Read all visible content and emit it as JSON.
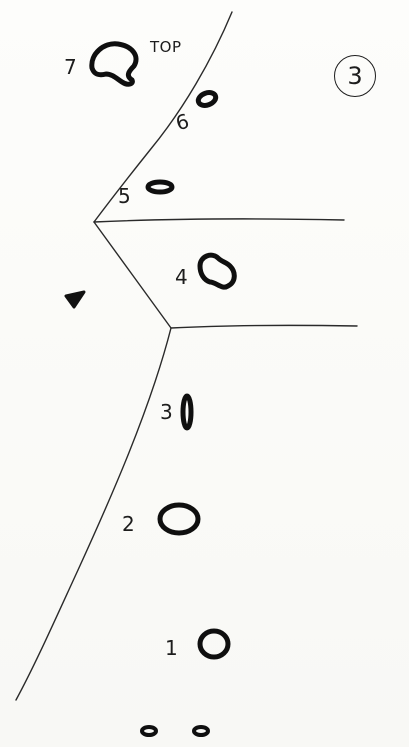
{
  "sheet": {
    "badge": "3",
    "top_label": "TOP"
  },
  "holds": [
    {
      "label": "7"
    },
    {
      "label": "6"
    },
    {
      "label": "5"
    },
    {
      "label": "4"
    },
    {
      "label": "3"
    },
    {
      "label": "2"
    },
    {
      "label": "1"
    }
  ],
  "ink_color": "#111111"
}
